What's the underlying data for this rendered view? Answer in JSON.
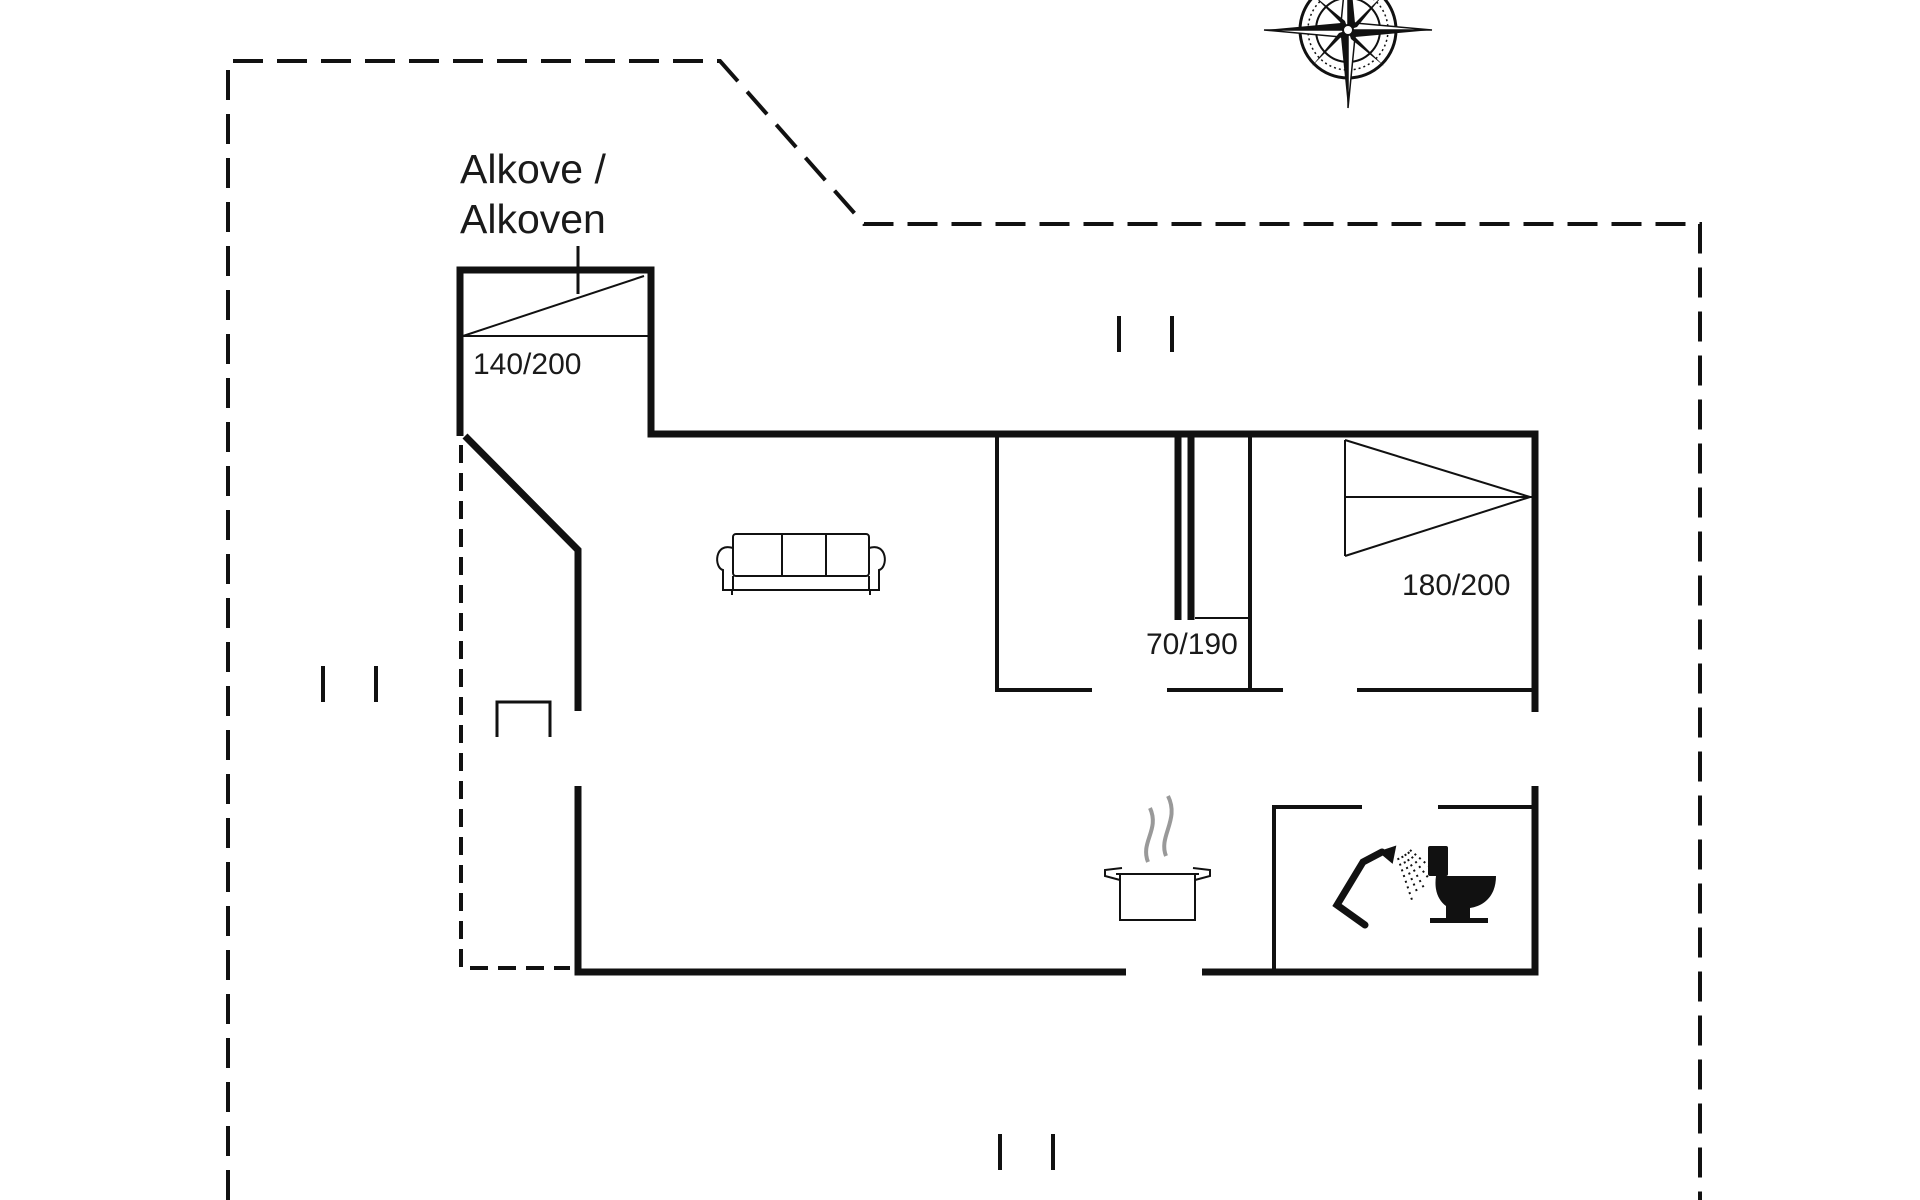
{
  "labels": {
    "alkove_line1": "Alkove /",
    "alkove_line2": "Alkoven",
    "bed_alkove": "140/200",
    "bed_single": "70/190",
    "bed_double": "180/200"
  },
  "icons": {
    "compass": "compass-rose-icon",
    "sofa": "sofa-icon",
    "cooking_pot": "cooking-pot-icon",
    "shower": "shower-icon",
    "toilet": "toilet-icon"
  },
  "colors": {
    "ink": "#111111",
    "background": "#ffffff"
  }
}
